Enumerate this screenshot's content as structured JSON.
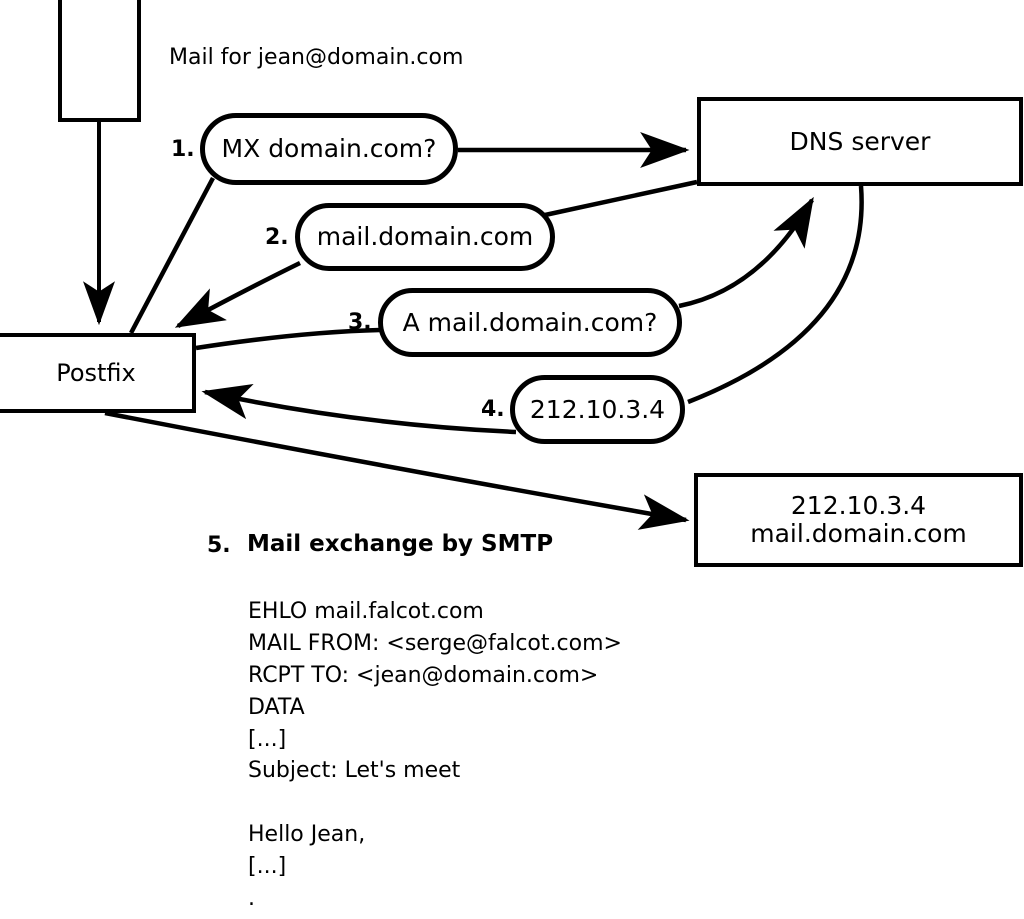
{
  "diagram": {
    "title_caption": "Mail for jean@domain.com",
    "nodes": {
      "client": {
        "label": ""
      },
      "dns_server": {
        "label": "DNS server"
      },
      "postfix": {
        "label": "Postfix"
      },
      "target_host": {
        "line1": "212.10.3.4",
        "line2": "mail.domain.com"
      }
    },
    "bubbles": [
      {
        "num": "1.",
        "text": "MX domain.com?"
      },
      {
        "num": "2.",
        "text": "mail.domain.com"
      },
      {
        "num": "3.",
        "text": "A mail.domain.com?"
      },
      {
        "num": "4.",
        "text": "212.10.3.4"
      }
    ],
    "step5": {
      "num": "5.",
      "label": "Mail exchange by SMTP",
      "transcript": "EHLO mail.falcot.com\nMAIL FROM: <serge@falcot.com>\nRCPT TO: <jean@domain.com>\nDATA\n[...]\nSubject: Let's meet\n\nHello Jean,\n[...]\n."
    },
    "colors": {
      "stroke": "#000000",
      "fill": "#ffffff"
    }
  }
}
